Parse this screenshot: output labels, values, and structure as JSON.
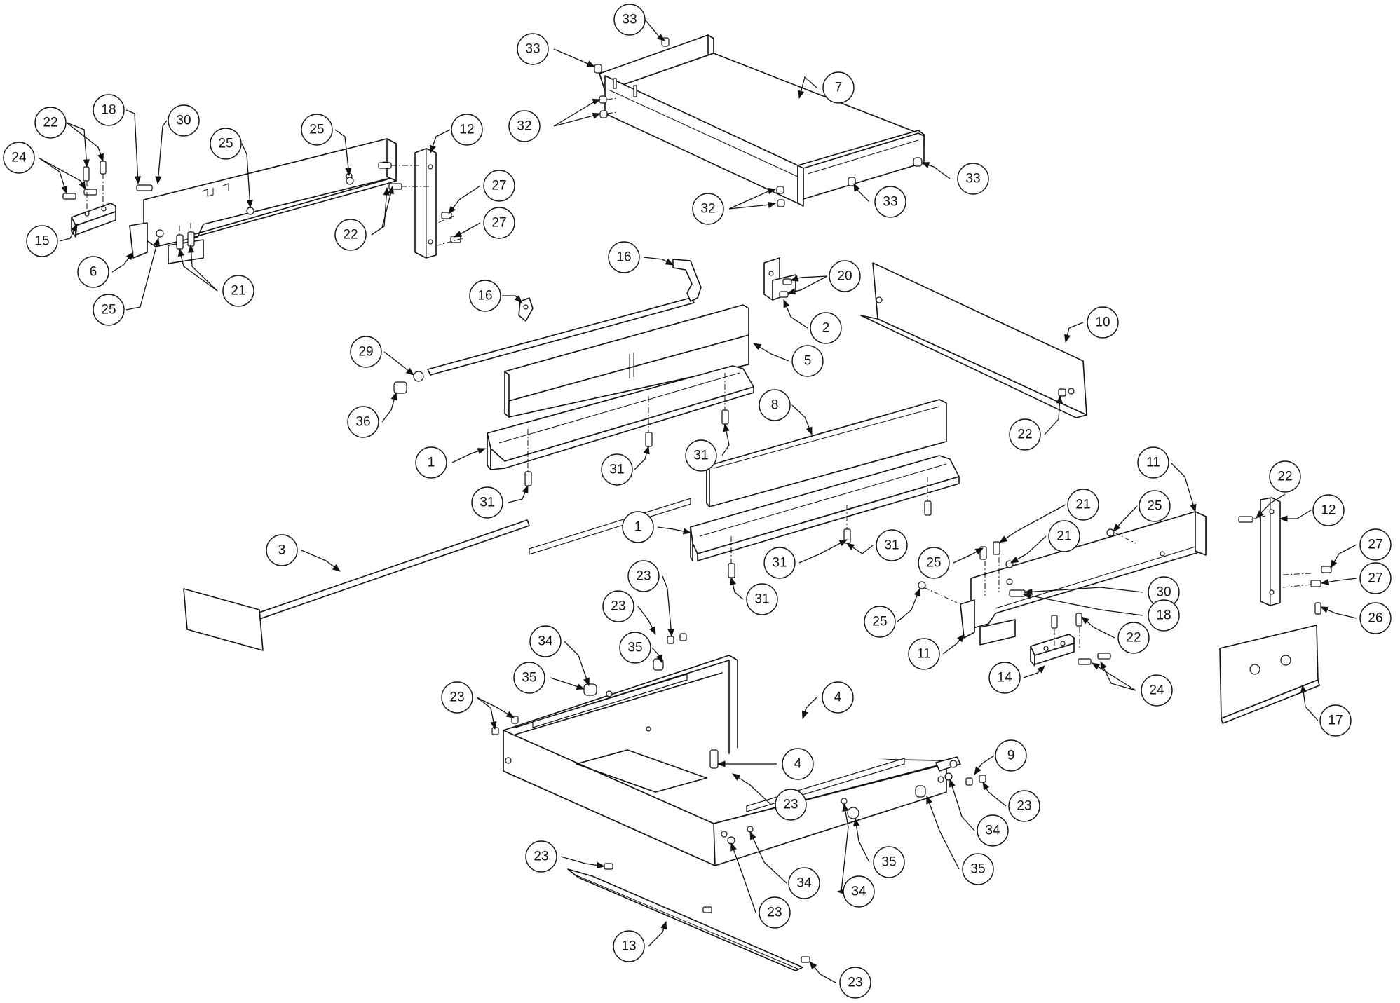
{
  "diagram": {
    "callouts": [
      {
        "id": "c01",
        "label": "33"
      },
      {
        "id": "c02",
        "label": "33"
      },
      {
        "id": "c03",
        "label": "32"
      },
      {
        "id": "c04",
        "label": "7"
      },
      {
        "id": "c05",
        "label": "33"
      },
      {
        "id": "c06",
        "label": "33"
      },
      {
        "id": "c07",
        "label": "32"
      },
      {
        "id": "c08",
        "label": "22"
      },
      {
        "id": "c09",
        "label": "18"
      },
      {
        "id": "c10",
        "label": "30"
      },
      {
        "id": "c11",
        "label": "24"
      },
      {
        "id": "c12",
        "label": "25"
      },
      {
        "id": "c13",
        "label": "25"
      },
      {
        "id": "c14",
        "label": "12"
      },
      {
        "id": "c15",
        "label": "27"
      },
      {
        "id": "c16",
        "label": "27"
      },
      {
        "id": "c17",
        "label": "22"
      },
      {
        "id": "c18",
        "label": "15"
      },
      {
        "id": "c19",
        "label": "6"
      },
      {
        "id": "c20",
        "label": "21"
      },
      {
        "id": "c21",
        "label": "25"
      },
      {
        "id": "c22",
        "label": "16"
      },
      {
        "id": "c23",
        "label": "16"
      },
      {
        "id": "c24",
        "label": "20"
      },
      {
        "id": "c25",
        "label": "2"
      },
      {
        "id": "c26",
        "label": "10"
      },
      {
        "id": "c27",
        "label": "29"
      },
      {
        "id": "c28",
        "label": "5"
      },
      {
        "id": "c29",
        "label": "36"
      },
      {
        "id": "c30",
        "label": "8"
      },
      {
        "id": "c31",
        "label": "22"
      },
      {
        "id": "c32",
        "label": "1"
      },
      {
        "id": "c33",
        "label": "31"
      },
      {
        "id": "c34",
        "label": "31"
      },
      {
        "id": "c35",
        "label": "31"
      },
      {
        "id": "c36",
        "label": "11"
      },
      {
        "id": "c37",
        "label": "22"
      },
      {
        "id": "c38",
        "label": "12"
      },
      {
        "id": "c39",
        "label": "21"
      },
      {
        "id": "c40",
        "label": "25"
      },
      {
        "id": "c41",
        "label": "1"
      },
      {
        "id": "c42",
        "label": "25"
      },
      {
        "id": "c43",
        "label": "31"
      },
      {
        "id": "c44",
        "label": "21"
      },
      {
        "id": "c45",
        "label": "27"
      },
      {
        "id": "c46",
        "label": "31"
      },
      {
        "id": "c47",
        "label": "30"
      },
      {
        "id": "c48",
        "label": "27"
      },
      {
        "id": "c49",
        "label": "3"
      },
      {
        "id": "c50",
        "label": "31"
      },
      {
        "id": "c51",
        "label": "18"
      },
      {
        "id": "c52",
        "label": "26"
      },
      {
        "id": "c53",
        "label": "25"
      },
      {
        "id": "c54",
        "label": "22"
      },
      {
        "id": "c55",
        "label": "23"
      },
      {
        "id": "c56",
        "label": "11"
      },
      {
        "id": "c57",
        "label": "23"
      },
      {
        "id": "c58",
        "label": "14"
      },
      {
        "id": "c59",
        "label": "24"
      },
      {
        "id": "c60",
        "label": "34"
      },
      {
        "id": "c61",
        "label": "35"
      },
      {
        "id": "c62",
        "label": "17"
      },
      {
        "id": "c63",
        "label": "35"
      },
      {
        "id": "c64",
        "label": "4"
      },
      {
        "id": "c65",
        "label": "23"
      },
      {
        "id": "c66",
        "label": "4"
      },
      {
        "id": "c67",
        "label": "9"
      },
      {
        "id": "c68",
        "label": "23"
      },
      {
        "id": "c69",
        "label": "34"
      },
      {
        "id": "c70",
        "label": "35"
      },
      {
        "id": "c71",
        "label": "23"
      },
      {
        "id": "c72",
        "label": "35"
      },
      {
        "id": "c73",
        "label": "34"
      },
      {
        "id": "c74",
        "label": "34"
      },
      {
        "id": "c75",
        "label": "23"
      },
      {
        "id": "c76",
        "label": "23"
      },
      {
        "id": "c77",
        "label": "13"
      },
      {
        "id": "c78",
        "label": "23"
      }
    ]
  }
}
